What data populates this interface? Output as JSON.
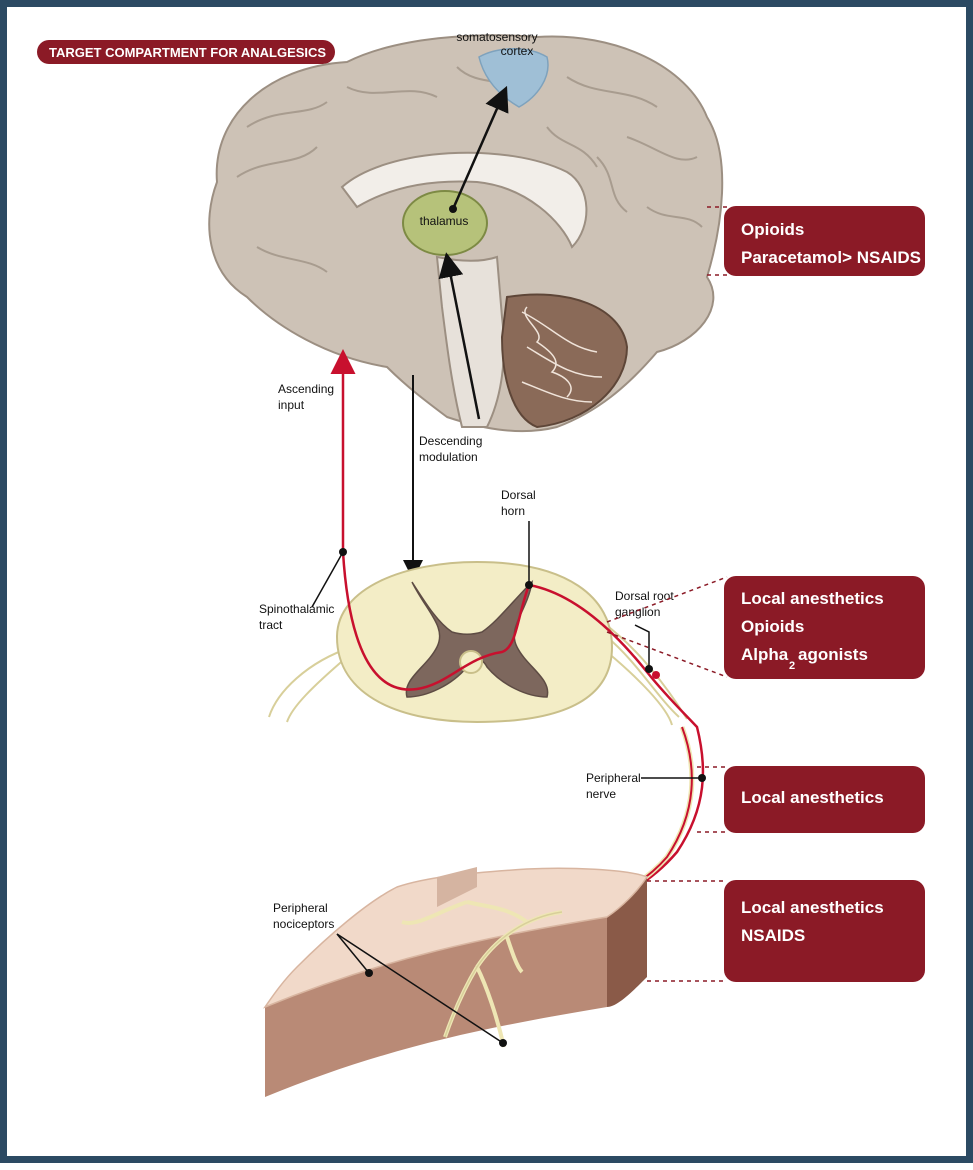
{
  "title": "TARGET COMPARTMENT FOR ANALGESICS",
  "labels": {
    "somatosensory_1": "somatosensory",
    "somatosensory_2": "cortex",
    "thalamus": "thalamus",
    "ascending_1": "Ascending",
    "ascending_2": "input",
    "descending_1": "Descending",
    "descending_2": "modulation",
    "dorsal_horn_1": "Dorsal",
    "dorsal_horn_2": "horn",
    "drg_1": "Dorsal root",
    "drg_2": "ganglion",
    "spinothalamic_1": "Spinothalamic",
    "spinothalamic_2": "tract",
    "peripheral_nerve_1": "Peripheral",
    "peripheral_nerve_2": "nerve",
    "nociceptors_1": "Peripheral",
    "nociceptors_2": "nociceptors"
  },
  "boxes": {
    "brain": [
      "Opioids",
      "Paracetamol> NSAIDS"
    ],
    "spinal": [
      "Local anesthetics",
      "Opioids",
      "Alpha",
      "2",
      "agonists"
    ],
    "nerve": [
      "Local anesthetics"
    ],
    "skin": [
      "Local anesthetics",
      "NSAIDS"
    ]
  },
  "colors": {
    "frame": "#2c4a63",
    "box": "#8b1a26",
    "pathway": "#c8102e",
    "nerve": "#eee6b4",
    "brain": "#cdc2b6",
    "cortex_highlight": "#9fbfd6",
    "thalamus": "#b6c27a"
  }
}
